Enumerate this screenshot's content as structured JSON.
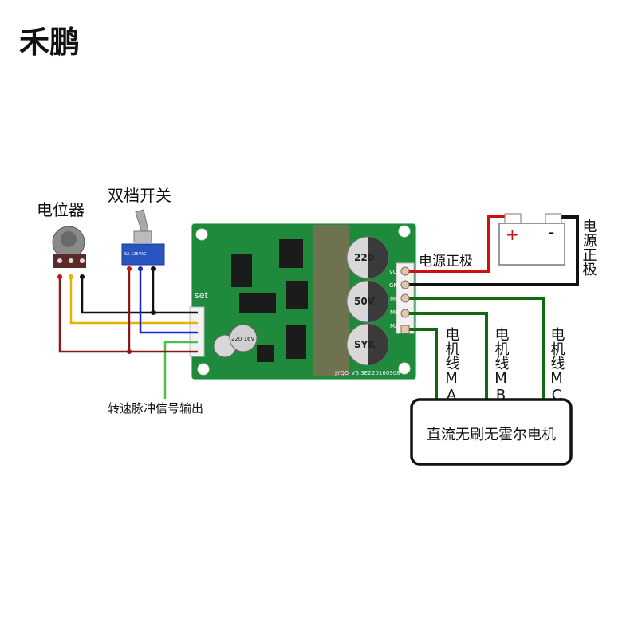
{
  "logo": {
    "text": "禾鹏"
  },
  "labels": {
    "potentiometer": "电位器",
    "switch": "双档开关",
    "power_positive_left": "电源正极",
    "power_positive_right": "电源正极",
    "speed_pulse_output": "转速脉冲信号输出",
    "motor_wire_a": "电机线MA",
    "motor_wire_b": "电机线MB",
    "motor_wire_c": "电机线MC",
    "motor": "直流无刷无霍尔电机"
  },
  "battery": {
    "plus": "+",
    "minus": "-"
  },
  "board": {
    "pins": [
      "VCC",
      "GND",
      "MC",
      "MB",
      "MA"
    ],
    "set_label": "set",
    "capacitor_label": [
      "220",
      "50V",
      "SYK"
    ],
    "small_cap_label": "220 16V",
    "model": "JYQD_V6.3E2",
    "date": "20160908",
    "switch_rating": "6A 125VAC"
  },
  "colors": {
    "red": "#d01010",
    "black": "#111111",
    "yellow": "#e6b400",
    "blue": "#1428c8",
    "dark_red": "#8a1a1a",
    "light_green": "#4cc04c",
    "motor_green": "#0f6a12",
    "pcb": "#1f8a3c"
  }
}
